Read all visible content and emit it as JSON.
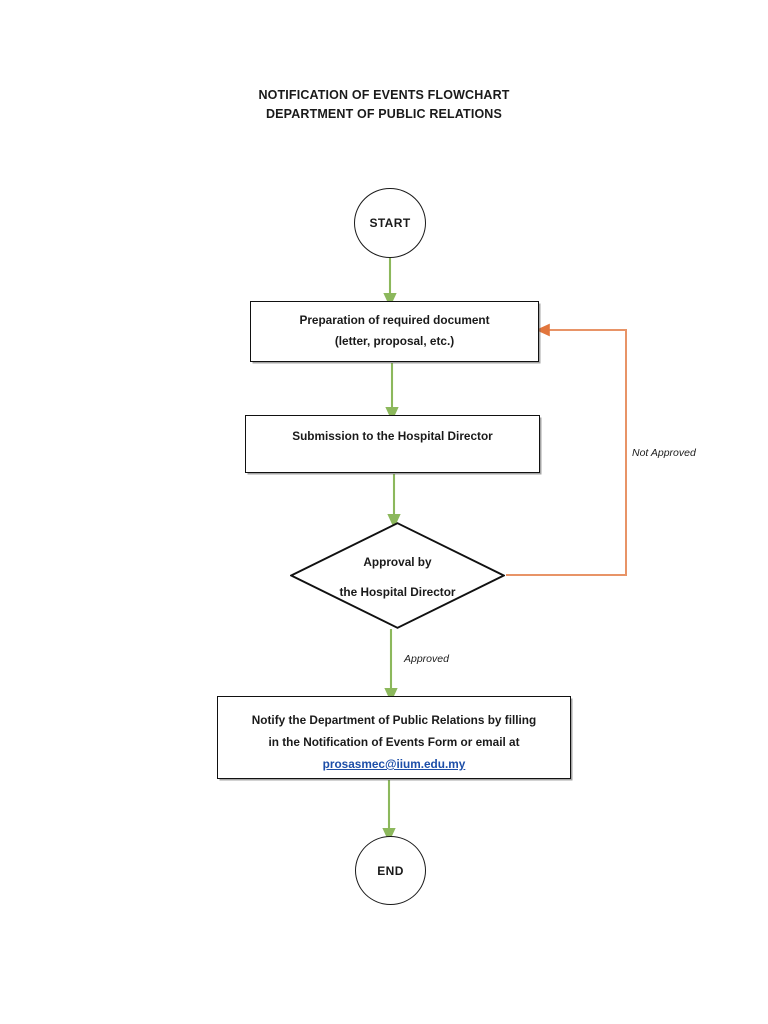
{
  "document": {
    "title_lines": [
      "NOTIFICATION OF EVENTS FLOWCHART",
      "DEPARTMENT OF PUBLIC RELATIONS"
    ]
  },
  "colors": {
    "flow_green": "#8CB85C",
    "reject_orange": "#E2763C",
    "reject_orange_light": "#E8A87C",
    "link_blue": "#1C4EA8",
    "outline_black": "#111111",
    "background": "#FFFFFF"
  },
  "flowchart": {
    "type": "process-flow",
    "nodes": [
      {
        "id": "start",
        "shape": "circle",
        "label": "START"
      },
      {
        "id": "prep",
        "shape": "process",
        "lines": [
          "Preparation of required document",
          "(letter, proposal, etc.)"
        ]
      },
      {
        "id": "submission",
        "shape": "process",
        "lines": [
          "Submission to the Hospital Director"
        ]
      },
      {
        "id": "decision",
        "shape": "diamond",
        "lines": [
          "Approval by",
          "the Hospital Director"
        ]
      },
      {
        "id": "notify",
        "shape": "process",
        "lines": [
          "Notify the Department of Public Relations by filling",
          "in the Notification of Events Form or email at"
        ],
        "email": "prosasmec@iium.edu.my"
      },
      {
        "id": "end",
        "shape": "circle",
        "label": "END"
      }
    ],
    "edges": [
      {
        "from": "start",
        "to": "prep",
        "label": "",
        "color": "#8CB85C"
      },
      {
        "from": "prep",
        "to": "submission",
        "label": "",
        "color": "#8CB85C"
      },
      {
        "from": "submission",
        "to": "decision",
        "label": "",
        "color": "#8CB85C"
      },
      {
        "from": "decision",
        "to": "notify",
        "label": "Approved",
        "color": "#8CB85C"
      },
      {
        "from": "decision",
        "to": "prep",
        "label": "Not Approved",
        "color": "#E2763C"
      },
      {
        "from": "notify",
        "to": "end",
        "label": "",
        "color": "#8CB85C"
      }
    ],
    "edge_labels": {
      "not_approved": "Not Approved",
      "approved": "Approved"
    }
  }
}
